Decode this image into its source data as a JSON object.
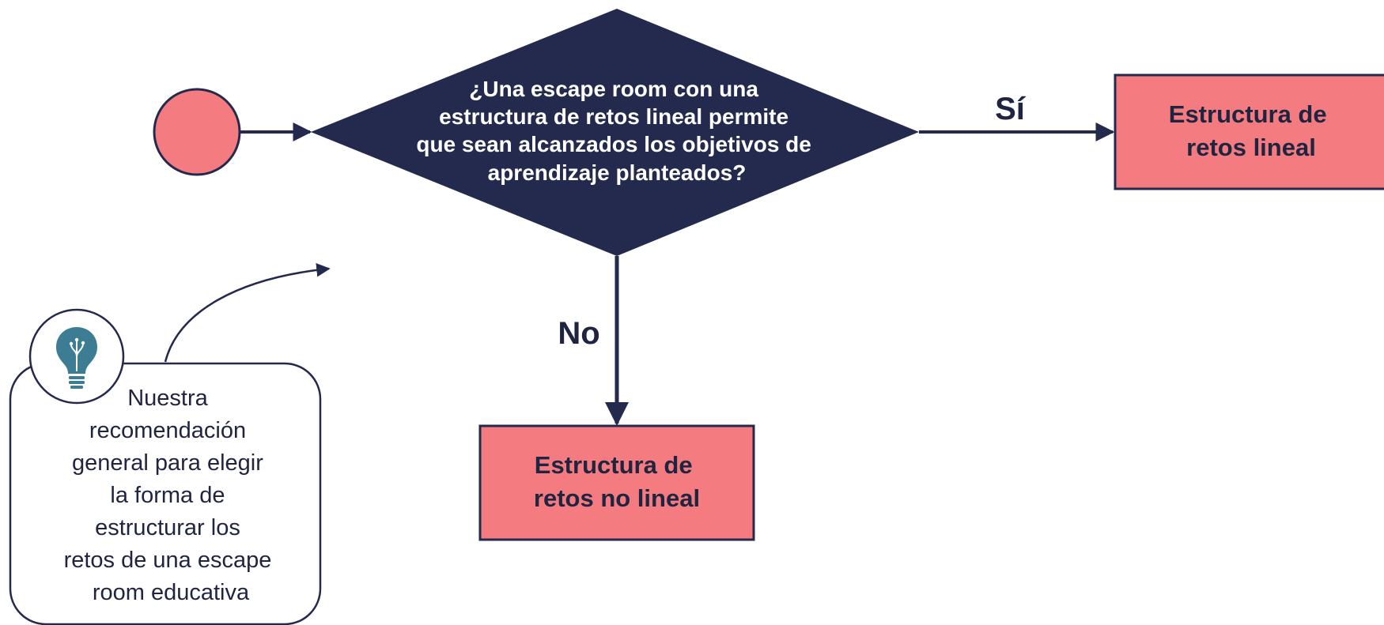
{
  "colors": {
    "navy": "#232a4e",
    "pink": "#f47b7f",
    "icon_teal": "#3c7d94",
    "white": "#ffffff"
  },
  "start_node": {
    "color": "#f47b7f"
  },
  "decision": {
    "lines": [
      "¿Una escape room con una",
      "estructura de retos lineal permite",
      "que sean alcanzados los objetivos de",
      "aprendizaje planteados?"
    ]
  },
  "branches": {
    "yes_label": "Sí",
    "no_label": "No"
  },
  "yes_box": {
    "lines": [
      "Estructura de",
      "retos lineal"
    ]
  },
  "no_box": {
    "lines": [
      "Estructura de",
      "retos no lineal"
    ]
  },
  "tip": {
    "icon": "lightbulb-icon",
    "lines": [
      "Nuestra",
      "recomendación",
      "general para elegir",
      "la forma de",
      "estructurar los",
      "retos de una escape",
      "room educativa"
    ]
  }
}
